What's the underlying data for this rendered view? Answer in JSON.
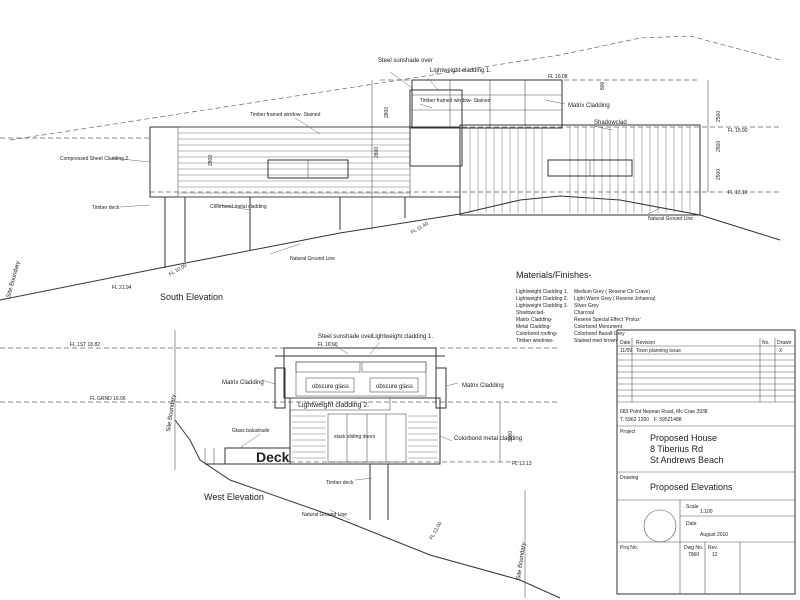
{
  "south_elevation": {
    "title": "South Elevation",
    "labels": {
      "steel_sunshade": "Steel sunshade over",
      "lightweight_cladding_1": "Lightweight cladding 1.",
      "timber_framed_window_upper": "Timber framed window- Stained",
      "matrix_cladding": "Matrix Cladding",
      "shadowclad": "Shadowclad",
      "timber_framed_window": "Timber framed window- Stained",
      "compressed_sheet_cladding": "Compressed Sheet Cladding 2",
      "timber_deck": "Timber deck",
      "colorbond_cladding": "Colorbond metal cladding",
      "natural_ground_1": "Natural Ground Line",
      "natural_ground_2": "Natural Ground Line",
      "site_boundary": "Site Boundary"
    },
    "levels": {
      "fl_1": "FL 16.08",
      "fl_2": "FL 15.90",
      "fl_3": "FL 13.10",
      "fl_4": "FL 11.40",
      "fl_5": "FL 10.00",
      "fl_6": "FL 21.94"
    },
    "dims": {
      "d1": "800",
      "d2": "2500",
      "d3": "2800",
      "d4": "2800",
      "d5": "2800",
      "d6": "2500",
      "d7": "2500"
    }
  },
  "west_elevation": {
    "title": "West Elevation",
    "labels": {
      "steel_sunshade": "Steel sunshade over",
      "lightweight_cladding_1": "Lightweight cladding 1.",
      "matrix_cladding_left": "Matrix Cladding",
      "matrix_cladding_right": "Matrix Cladding",
      "obscure_glass_1": "obscure glass",
      "obscure_glass_2": "obscure glass",
      "lightweight_cladding_2": "Lightweight cladding 2.",
      "stack_sliding_doors": "stack sliding doors",
      "glass_balustrade": "Glass balustrade",
      "deck": "Deck",
      "colorbond_cladding": "Colorbond metal cladding",
      "timber_deck": "Timber deck",
      "natural_ground": "Natural Ground Line",
      "site_boundary_1": "Site Boundary",
      "site_boundary_2": "Site Boundary"
    },
    "levels": {
      "fl_1": "FL 16.00",
      "fl_1st": "FL 1ST 18.82",
      "fl_grnd": "FL GRND 16.06",
      "fl_3": "FL 13.13",
      "fl_4": "FL 13.00"
    },
    "dims": {
      "d1": "3000"
    }
  },
  "materials": {
    "heading": "Materials/Finishes-",
    "items": [
      {
        "name": "Lightweight Cladding 1.",
        "finish": "Medium Grey  ( Resene Ctr Crave)"
      },
      {
        "name": "Lightweight Cladding 2.",
        "finish": "Light Warm Grey  ( Resene Johanna)"
      },
      {
        "name": "Lightweight Cladding 3.",
        "finish": "Silver Grey"
      },
      {
        "name": "Shadowclad-",
        "finish": "Charcoal"
      },
      {
        "name": "Matrix Cladding-",
        "finish": "Resene Special Effect 'Prolux'"
      },
      {
        "name": "Metal Cladding-",
        "finish": "Colorbond Monument"
      },
      {
        "name": "Colorbond roofing-",
        "finish": "Colorbond Basalt Grey"
      },
      {
        "name": "Timber windows-",
        "finish": "Stained med brown"
      }
    ]
  },
  "title_block": {
    "rev_header": {
      "date": "Date",
      "revision": "Revision",
      "no": "No.",
      "drawn": "Drawn"
    },
    "rev_row": {
      "date": "11/09",
      "revision": "Town planning issue",
      "no": "",
      "drawn": "X"
    },
    "address": "683 Point Nepean Road, Mc Crae 3938",
    "phone": "T. 5962 1260",
    "fax": "F. 59521488",
    "project_label": "Project",
    "project_lines": [
      "Proposed House",
      "8 Tiberius Rd",
      "St Andrews Beach"
    ],
    "drawing_label": "Drawing",
    "drawing_title": "Proposed Elevations",
    "scale_label": "Scale",
    "scale": "1:100",
    "date_label": "Date",
    "date": "August 2010",
    "proj_no_label": "Proj No.",
    "dwg_no_label": "Dwg No.",
    "dwg_no": "7960",
    "rev_label": "Rev.",
    "rev": "12"
  }
}
